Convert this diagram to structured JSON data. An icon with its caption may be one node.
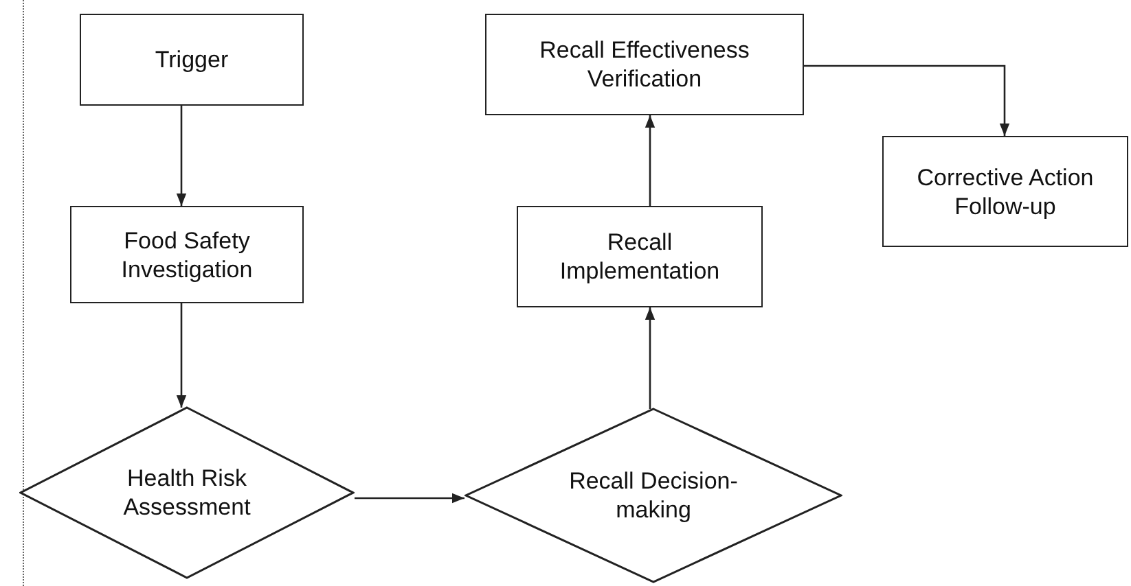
{
  "diagram": {
    "nodes": [
      {
        "text": [
          "Trigger"
        ]
      },
      {
        "text": [
          "Food Safety Investigation"
        ]
      },
      {
        "text": [
          "Health Risk Assessment"
        ]
      },
      {
        "text": [
          "Recall Decision-making"
        ]
      },
      {
        "text": [
          "Recall Implementation"
        ]
      },
      {
        "text": [
          "Recall Effectiveness Verification"
        ]
      },
      {
        "text": [
          "Corrective Action Follow-up"
        ]
      }
    ],
    "edges": [
      {
        "from": 0,
        "to": 1,
        "arrow": "to"
      },
      {
        "from": 1,
        "to": 2,
        "arrow": "to"
      },
      {
        "from": 2,
        "to": 3,
        "arrow": "to"
      },
      {
        "from": 3,
        "to": 4,
        "arrow": "to"
      },
      {
        "from": 4,
        "to": 5,
        "arrow": "to"
      },
      {
        "from": 5,
        "to": 6,
        "arrow": "to"
      }
    ]
  }
}
